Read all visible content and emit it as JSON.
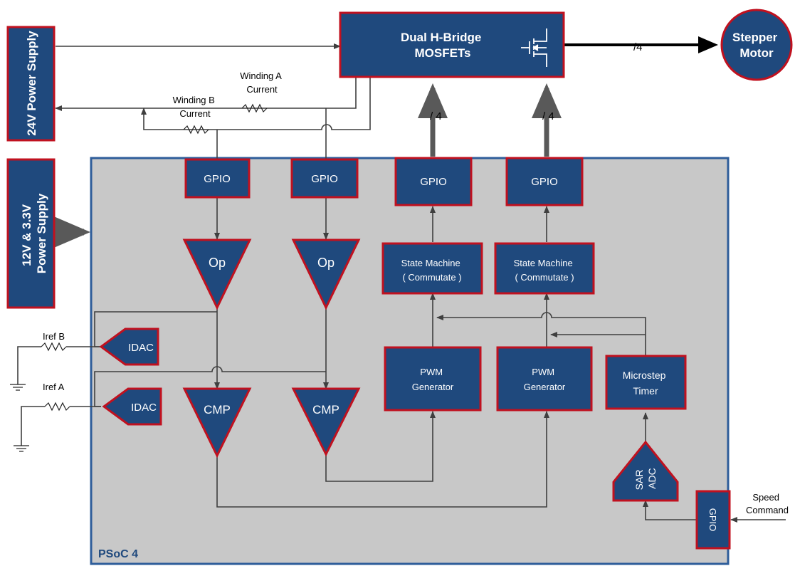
{
  "blocks": {
    "hbridge": [
      "Dual H-Bridge",
      "MOSFETs"
    ],
    "motor": [
      "Stepper",
      "Motor"
    ],
    "psu24": "24V Power Supply",
    "psu12": [
      "12V & 3.3V",
      "Power Supply"
    ],
    "psoc": "PSoC 4",
    "gpio": "GPIO",
    "op": "Op",
    "cmp": "CMP",
    "idac": "IDAC",
    "state_machine": [
      "State Machine",
      "( Commutate )"
    ],
    "pwm": [
      "PWM",
      "Generator"
    ],
    "microstep": [
      "Microstep",
      "Timer"
    ],
    "sar_adc": [
      "SAR",
      "ADC"
    ]
  },
  "labels": {
    "winding_a": [
      "Winding A",
      "Current"
    ],
    "winding_b": [
      "Winding B",
      "Current"
    ],
    "iref_b": "Iref B",
    "iref_a": "Iref A",
    "bus_width_motor": "/4",
    "bus_width_1": "/ 4",
    "bus_width_2": "/ 4",
    "speed_command": [
      "Speed",
      "Command"
    ]
  },
  "colors": {
    "block_fill": "#1f497d",
    "block_border": "#c0111f",
    "psoc_fill": "#c8c8c8",
    "psoc_border": "#2e5d9a"
  }
}
